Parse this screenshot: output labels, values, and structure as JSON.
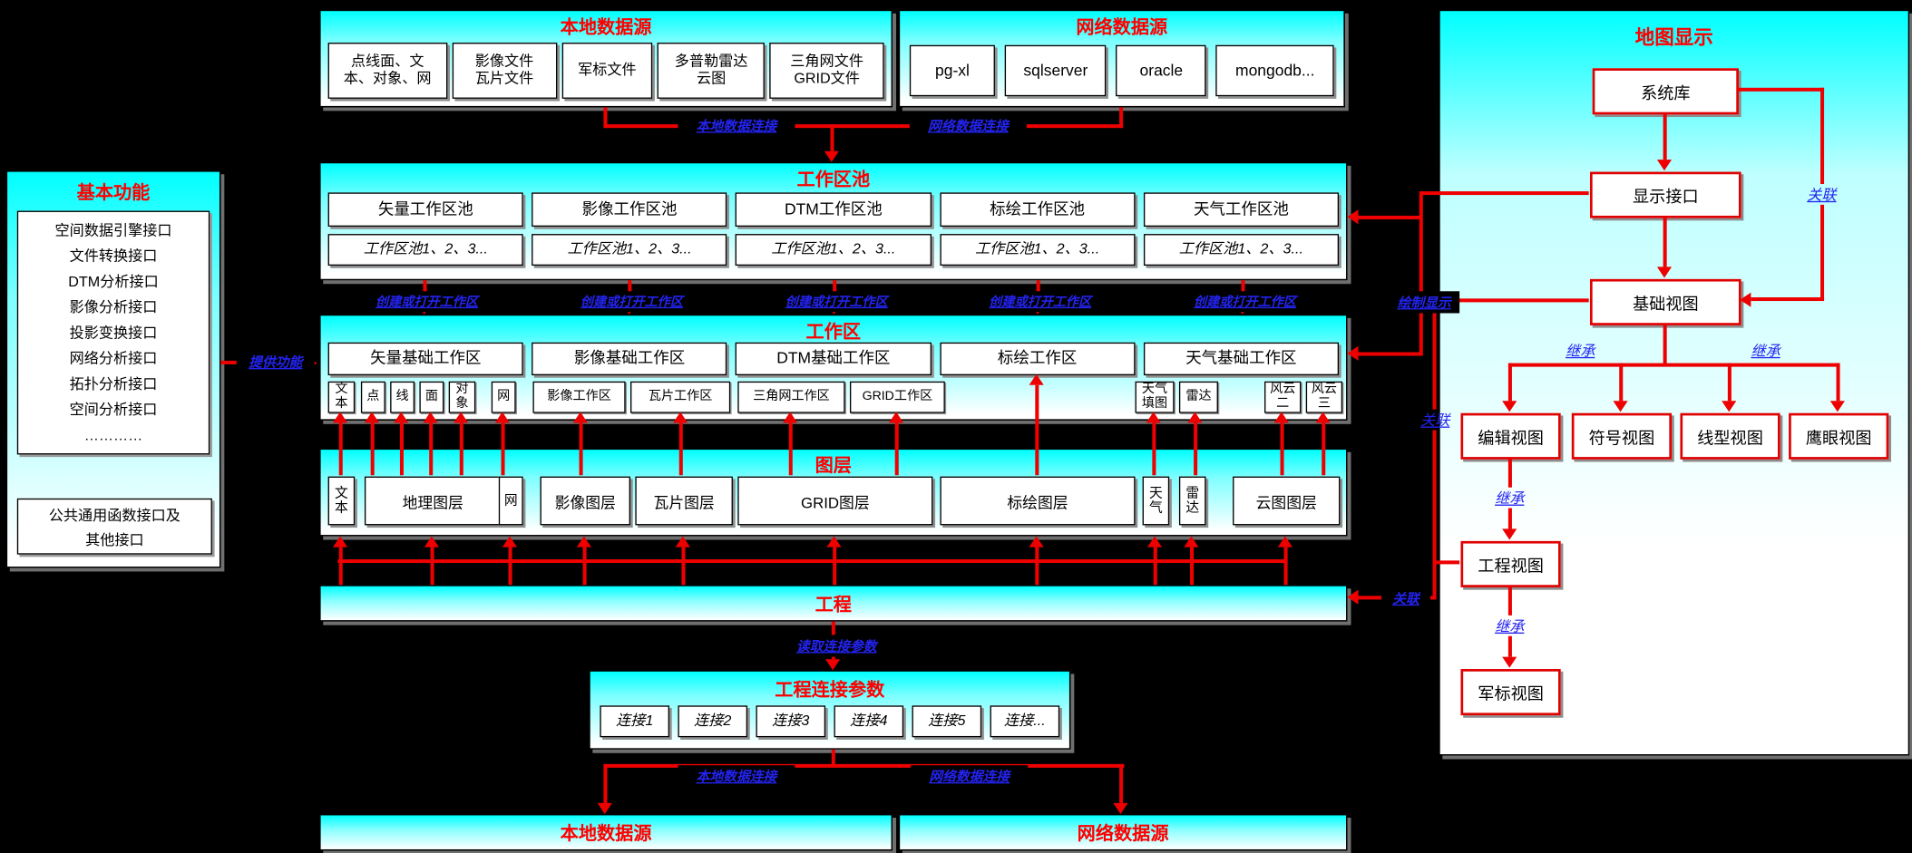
{
  "colors": {
    "arrow_red": "#ee0000",
    "title_red": "#ff0000",
    "label_blue": "#2323f0",
    "box_cyan": "#00ffff"
  },
  "top_local": {
    "title": "本地数据源",
    "items": [
      "点线面、文\n本、对象、网",
      "影像文件\n瓦片文件",
      "军标文件",
      "多普勒雷达\n云图",
      "三角网文件\nGRID文件"
    ],
    "link_label": "本地数据连接"
  },
  "top_network": {
    "title": "网络数据源",
    "items": [
      "pg-xl",
      "sqlserver",
      "oracle",
      "mongodb..."
    ],
    "link_label": "网络数据连接"
  },
  "basic": {
    "title": "基本功能",
    "interfaces": [
      "空间数据引擎接口",
      "文件转换接口",
      "DTM分析接口",
      "影像分析接口",
      "投影变换接口",
      "网络分析接口",
      "拓扑分析接口",
      "空间分析接口",
      "…………"
    ],
    "common": "公共通用函数接口及\n其他接口",
    "provide_label": "提供功能"
  },
  "pool": {
    "title": "工作区池",
    "cells": [
      "矢量工作区池",
      "影像工作区池",
      "DTM工作区池",
      "标绘工作区池",
      "天气工作区池"
    ],
    "sub_cell": "工作区池1、2、3...",
    "create_label": "创建或打开工作区"
  },
  "workspace": {
    "title": "工作区",
    "cells": [
      "矢量基础工作区",
      "影像基础工作区",
      "DTM基础工作区",
      "标绘工作区",
      "天气基础工作区"
    ],
    "small": [
      "文本",
      "点",
      "线",
      "面",
      "对象",
      "网",
      "影像工作区",
      "瓦片工作区",
      "三角网工作区",
      "GRID工作区",
      "天气填图",
      "雷达",
      "风云二",
      "风云三"
    ]
  },
  "layers": {
    "title": "图层",
    "cells": [
      "文本",
      "地理图层",
      "网",
      "影像图层",
      "瓦片图层",
      "GRID图层",
      "标绘图层",
      "天气",
      "雷达",
      "云图图层"
    ]
  },
  "project": {
    "title": "工程",
    "read_label": "读取连接参数"
  },
  "conn_params": {
    "title": "工程连接参数",
    "cells": [
      "连接1",
      "连接2",
      "连接3",
      "连接4",
      "连接5",
      "连接..."
    ]
  },
  "bottom_local": {
    "title": "本地数据源",
    "link_label": "本地数据连接"
  },
  "bottom_network": {
    "title": "网络数据源",
    "link_label": "网络数据连接"
  },
  "map": {
    "title": "地图显示",
    "system_lib": "系统库",
    "display_if": "显示接口",
    "base_view": "基础视图",
    "edit_view": "编辑视图",
    "symbol_view": "符号视图",
    "linetype_view": "线型视图",
    "eagle_view": "鹰眼视图",
    "project_view": "工程视图",
    "military_view": "军标视图",
    "assoc_label": "关联",
    "inherit_label": "继承",
    "draw_label": "绘制显示"
  }
}
